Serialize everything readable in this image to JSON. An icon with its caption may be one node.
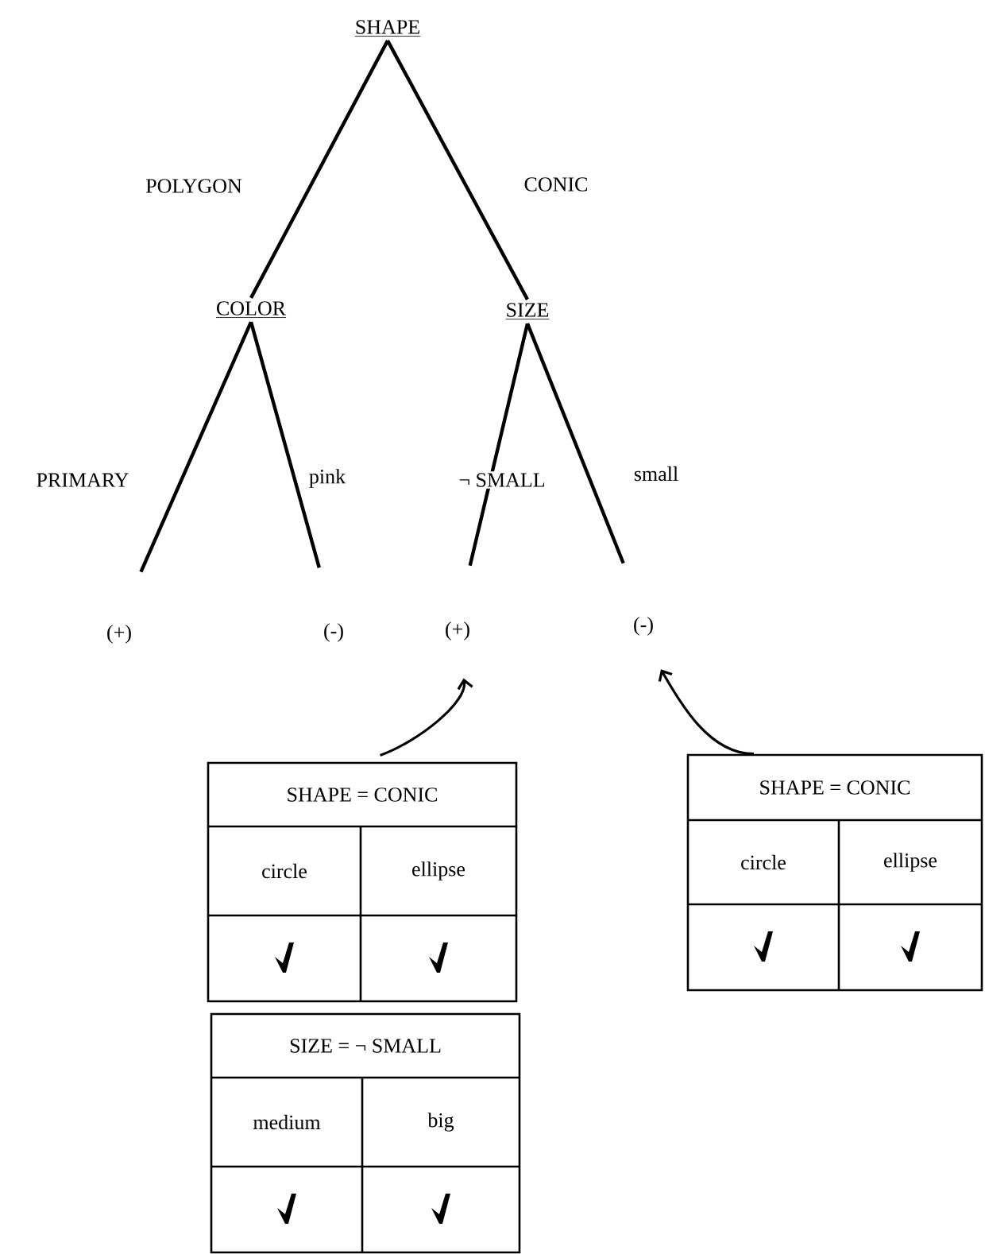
{
  "diagram": {
    "nodes": [
      {
        "text": [
          "SHAPE"
        ]
      },
      {
        "text": [
          "COLOR"
        ]
      },
      {
        "text": [
          "SIZE"
        ]
      },
      {
        "text": [
          "(+)"
        ]
      },
      {
        "text": [
          "(-)"
        ]
      },
      {
        "text": [
          "(+)"
        ]
      },
      {
        "text": [
          "(-)"
        ]
      },
      {
        "text": [
          "SHAPE = CONIC",
          "circle",
          "ellipse"
        ]
      },
      {
        "text": [
          "SIZE = ¬ SMALL",
          "medium",
          "big"
        ]
      },
      {
        "text": [
          "SHAPE = CONIC",
          "circle",
          "ellipse"
        ]
      }
    ],
    "edges": [
      {
        "from": 0,
        "to": 1,
        "arrow": "none",
        "label": "POLYGON"
      },
      {
        "from": 0,
        "to": 2,
        "arrow": "none",
        "label": "CONIC"
      },
      {
        "from": 1,
        "to": 3,
        "arrow": "none",
        "label": "PRIMARY"
      },
      {
        "from": 1,
        "to": 4,
        "arrow": "none",
        "label": "pink"
      },
      {
        "from": 2,
        "to": 5,
        "arrow": "none",
        "label": "¬ SMALL"
      },
      {
        "from": 2,
        "to": 6,
        "arrow": "none",
        "label": "small"
      },
      {
        "from": 7,
        "to": 5,
        "arrow": "to"
      },
      {
        "from": 9,
        "to": 6,
        "arrow": "to"
      }
    ]
  }
}
